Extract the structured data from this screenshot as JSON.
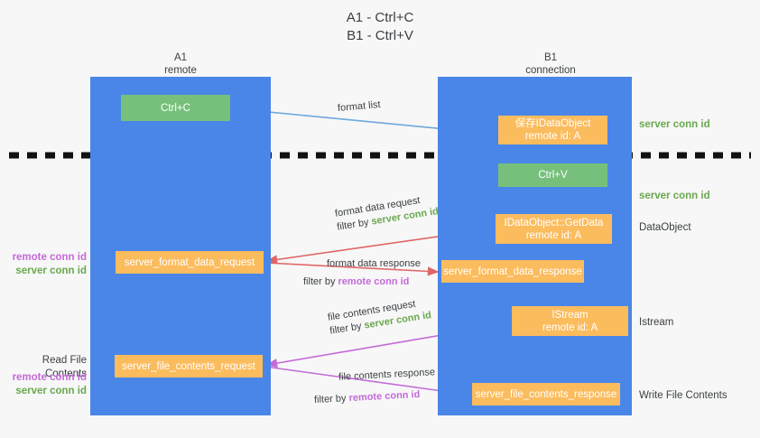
{
  "title": {
    "line1": "A1 - Ctrl+C",
    "line2": "B1 - Ctrl+V"
  },
  "columns": [
    {
      "name": "A1",
      "sub": "remote"
    },
    {
      "name": "B1",
      "sub": "connection"
    }
  ],
  "boxes": {
    "ctrl_c": "Ctrl+C",
    "idataobject_title": "保存IDataObject",
    "idataobject_sub": "remote id: A",
    "ctrl_v": "Ctrl+V",
    "getdata_title": "IDataObject::GetData",
    "getdata_sub": "remote id: A",
    "istream_title": "IStream",
    "istream_sub": "remote id: A",
    "server_format_data_request": "server_format_data_request",
    "server_format_data_response": "server_format_data_response",
    "server_file_contents_request": "server_file_contents_request",
    "server_file_contents_response": "server_file_contents_response"
  },
  "side_labels": {
    "server_conn_id_top": "server conn id",
    "server_conn_id_mid": "server conn id",
    "dataobject": "DataObject",
    "istream": "Istream",
    "write_file_contents": "Write File Contents",
    "read_file_contents": "Read File Contents",
    "remote_conn_id": "remote conn id",
    "server_conn_id": "server conn id"
  },
  "edges": {
    "format_list": "format list",
    "format_data_request": "format data request",
    "filter_by": "filter by",
    "server_conn_id": "server conn id",
    "remote_conn_id": "remote conn id",
    "format_data_response": "format data response",
    "file_contents_request": "file contents request",
    "file_contents_response": "file contents response"
  },
  "colors": {
    "lane": "#4a86e8",
    "green_box": "#76c07b",
    "orange_box": "#fbbc5e",
    "green_text": "#6aa84f",
    "magenta_text": "#c36ad8",
    "arrow_blue": "#6fa8dc",
    "arrow_red": "#e06666",
    "arrow_magenta": "#c36ad8",
    "arrow_dark": "#000000",
    "background": "#f7f7f7"
  }
}
